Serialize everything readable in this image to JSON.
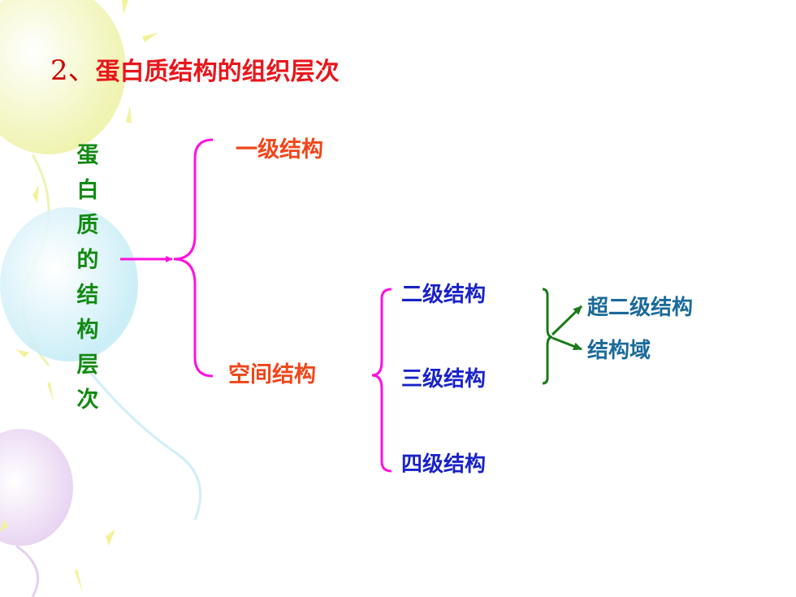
{
  "colors": {
    "title_red": "#e8161b",
    "title_num": "#cc0000",
    "green": "#118a11",
    "orange_red": "#f0461a",
    "blue": "#1a22c8",
    "teal": "#1a6a9a",
    "magenta": "#ff10e0",
    "dark_green": "#1a7a1a"
  },
  "title": {
    "number": "2、",
    "text": "蛋白质结构的组织层次"
  },
  "root": {
    "chars": [
      "蛋",
      "白",
      "质",
      "的",
      "结",
      "构",
      "层",
      "次"
    ]
  },
  "level1": {
    "primary": "一级结构",
    "spatial": "空间结构"
  },
  "level2": {
    "secondary": "二级结构",
    "tertiary": "三级结构",
    "quaternary": "四级结构"
  },
  "level3": {
    "supersecondary": "超二级结构",
    "domain": "结构域"
  }
}
